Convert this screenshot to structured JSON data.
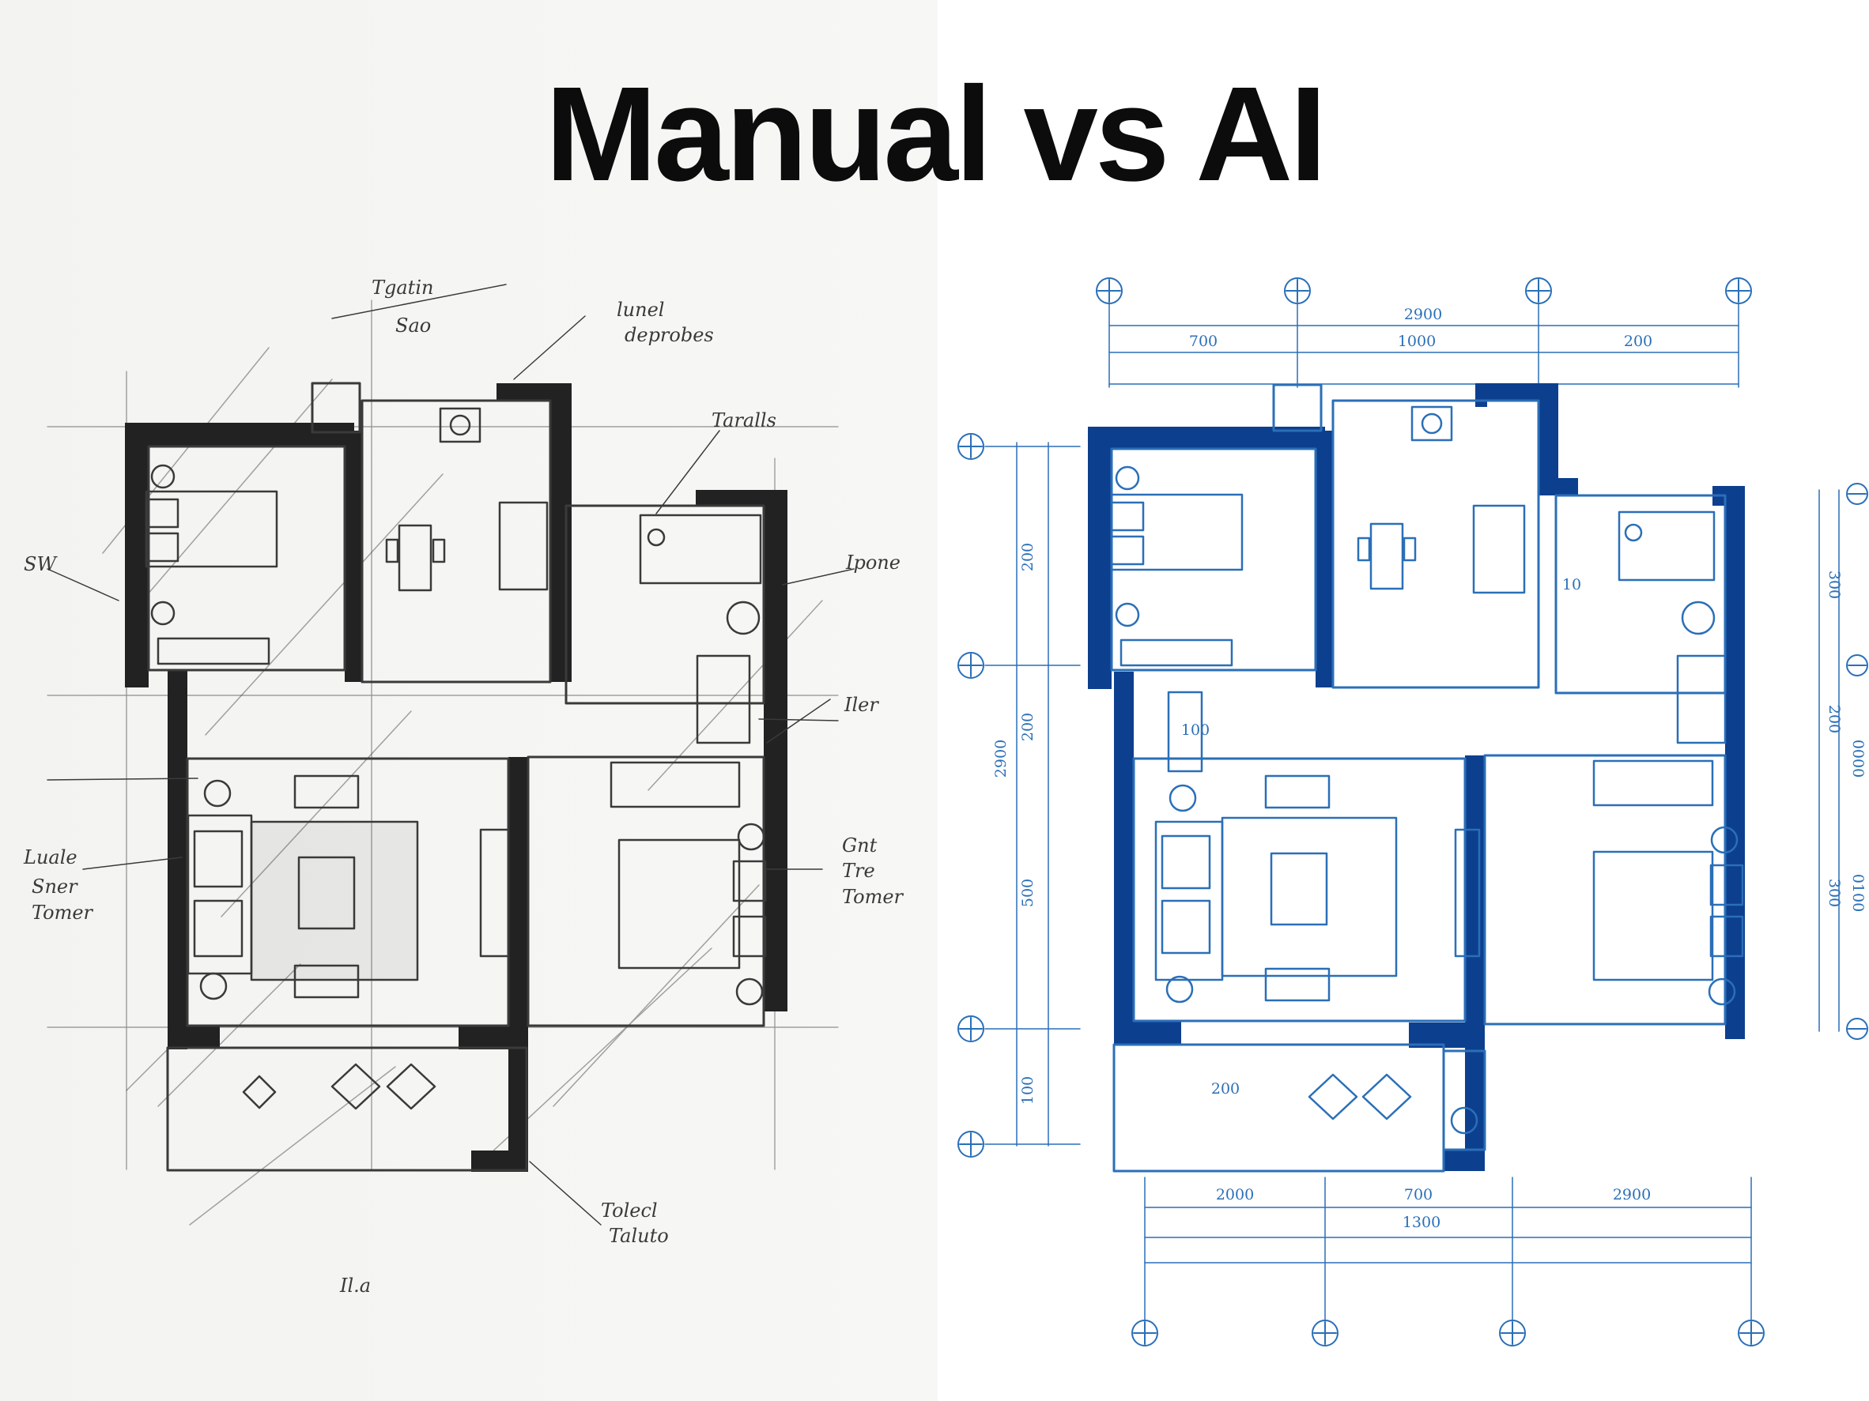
{
  "title": "Manual vs AI",
  "colors": {
    "background": "#f6f6f4",
    "pencil": "#3a3a3a",
    "blueprint_line": "#2a6fb8",
    "blueprint_wall": "#0d3f8f",
    "title": "#0c0c0c"
  },
  "left_panel": {
    "notes": [
      "Tgatin",
      "Sao",
      "lunel",
      "deprobes",
      "Taralls",
      "SW",
      "Ipone",
      "Iler",
      "Luale",
      "Sner",
      "Tomer",
      "Gnt",
      "Tre",
      "Tomer",
      "Tolecl",
      "Taluto",
      "Il.a"
    ]
  },
  "right_panel": {
    "top_dimensions": {
      "overall": "2900",
      "segments": [
        "700",
        "1000",
        "200"
      ]
    },
    "bottom_dimensions": {
      "overall": "1300",
      "segments": [
        "2000",
        "700",
        "2900"
      ]
    },
    "left_dimensions": [
      "200",
      "2900",
      "200",
      "500",
      "100"
    ],
    "right_dimensions": [
      "300",
      "200",
      "300",
      "0000",
      "0100"
    ],
    "inner_labels": [
      "100",
      "10",
      "200"
    ]
  }
}
